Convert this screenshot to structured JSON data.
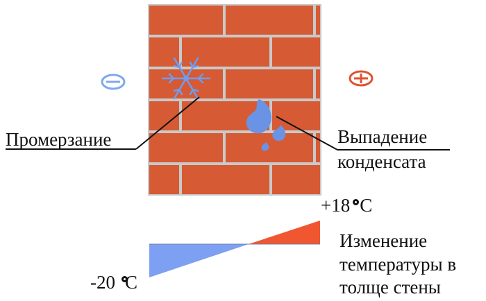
{
  "colors": {
    "brick": "#d65a33",
    "mortar": "#c9c9c9",
    "frost_blue": "#6f9cf0",
    "water_blue": "#6a93e6",
    "cold_fill": "#7ea0f2",
    "warm_fill": "#f0562f",
    "minus_symbol": "#7ea8f0",
    "plus_symbol": "#e0522e"
  },
  "icons": {
    "minus": "minus-circle-icon",
    "plus": "plus-circle-icon",
    "frost": "snowflake-icon",
    "condensate": "water-drops-icon"
  },
  "labels": {
    "freezing": "Промерзание",
    "condensation_line1": "Выпадение",
    "condensation_line2": "конденсата",
    "temp_outside": "-20",
    "temp_inside": "+18",
    "degree_unit": "C",
    "temp_change_line1": "Изменение",
    "temp_change_line2": "температуры в",
    "temp_change_line3": "толще стены"
  },
  "temperature_profile": {
    "outside_c": -20,
    "inside_c": 18,
    "zero_crossing_fraction": 0.5
  }
}
